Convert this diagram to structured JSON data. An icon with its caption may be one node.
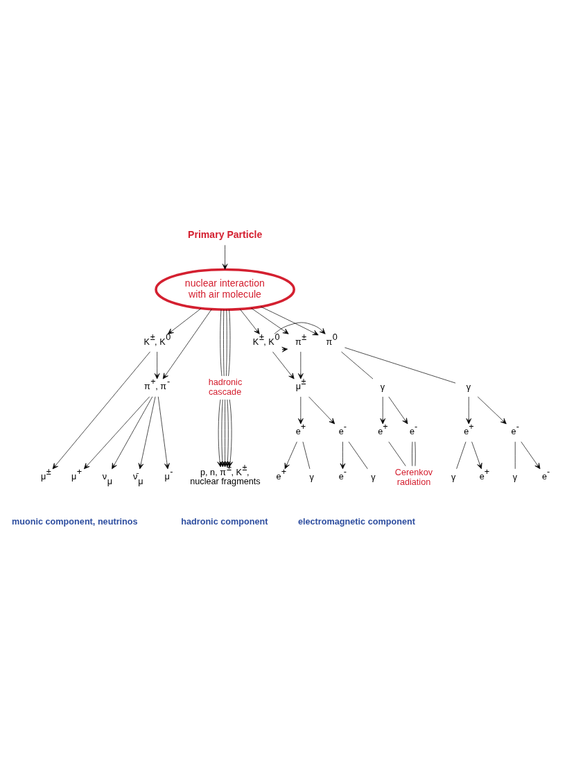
{
  "diagram": {
    "nodes": [
      {
        "text": [
          "Primary Particle"
        ]
      },
      {
        "text": [
          "nuclear interaction with air molecule"
        ]
      },
      {
        "text": [
          "K$^{±}$, K$^{0}$"
        ]
      },
      {
        "text": [
          "π$^{+}$, π$^{-}$"
        ]
      },
      {
        "text": [
          "K$^{±}$, K$^{0}$"
        ]
      },
      {
        "text": [
          "π$^{±}$"
        ]
      },
      {
        "text": [
          "π$^{0}$"
        ]
      },
      {
        "text": [
          "μ$^{±}$"
        ]
      },
      {
        "text": [
          "γ"
        ]
      },
      {
        "text": [
          "γ"
        ]
      },
      {
        "text": [
          "e$^{+}$"
        ]
      },
      {
        "text": [
          "e$^{-}$"
        ]
      },
      {
        "text": [
          "e$^{+}$"
        ]
      },
      {
        "text": [
          "e$^{-}$"
        ]
      },
      {
        "text": [
          "e$^{+}$"
        ]
      },
      {
        "text": [
          "e$^{-}$"
        ]
      },
      {
        "text": [
          "hadronic cascade"
        ]
      },
      {
        "text": [
          "μ$^{±}$"
        ]
      },
      {
        "text": [
          "μ$^{+}$"
        ]
      },
      {
        "text": [
          "ν$_{μ}$"
        ]
      },
      {
        "text": [
          "ν̄$_{μ}$"
        ]
      },
      {
        "text": [
          "μ$^{-}$"
        ]
      },
      {
        "text": [
          "p, n, π$^{±}$, K$^{±}$, nuclear fragments"
        ]
      },
      {
        "text": [
          "e$^{+}$"
        ]
      },
      {
        "text": [
          "γ"
        ]
      },
      {
        "text": [
          "e$^{-}$"
        ]
      },
      {
        "text": [
          "γ"
        ]
      },
      {
        "text": [
          "γ"
        ]
      },
      {
        "text": [
          "e$^{+}$"
        ]
      },
      {
        "text": [
          "γ"
        ]
      },
      {
        "text": [
          "e$^{-}$"
        ]
      },
      {
        "text": [
          "Cerenkov radiation"
        ]
      }
    ],
    "edges": [
      {
        "from": 0,
        "to": 1,
        "arrow": "to"
      },
      {
        "from": 1,
        "to": 2,
        "arrow": "to"
      },
      {
        "from": 1,
        "to": 3,
        "arrow": "to"
      },
      {
        "from": 2,
        "to": 3,
        "arrow": "to"
      },
      {
        "from": 2,
        "to": 17,
        "arrow": "to"
      },
      {
        "from": 3,
        "to": 18,
        "arrow": "to"
      },
      {
        "from": 3,
        "to": 19,
        "arrow": "to"
      },
      {
        "from": 3,
        "to": 20,
        "arrow": "to"
      },
      {
        "from": 3,
        "to": 21,
        "arrow": "to"
      },
      {
        "from": 1,
        "to": 16,
        "arrow": "none"
      },
      {
        "from": 1,
        "to": 16,
        "arrow": "none"
      },
      {
        "from": 1,
        "to": 16,
        "arrow": "none"
      },
      {
        "from": 1,
        "to": 16,
        "arrow": "none"
      },
      {
        "from": 16,
        "to": 22,
        "arrow": "to"
      },
      {
        "from": 16,
        "to": 22,
        "arrow": "to"
      },
      {
        "from": 16,
        "to": 22,
        "arrow": "to"
      },
      {
        "from": 16,
        "to": 22,
        "arrow": "to"
      },
      {
        "from": 16,
        "to": 22,
        "arrow": "to"
      },
      {
        "from": 1,
        "to": 5,
        "arrow": "to"
      },
      {
        "from": 1,
        "to": 4,
        "arrow": "to"
      },
      {
        "from": 1,
        "to": 6,
        "arrow": "to"
      },
      {
        "from": 4,
        "to": 5,
        "arrow": "to"
      },
      {
        "from": 4,
        "to": 6,
        "arrow": "to"
      },
      {
        "from": 4,
        "to": 7,
        "arrow": "to"
      },
      {
        "from": 5,
        "to": 7,
        "arrow": "to"
      },
      {
        "from": 6,
        "to": 8,
        "arrow": "none"
      },
      {
        "from": 6,
        "to": 9,
        "arrow": "none"
      },
      {
        "from": 7,
        "to": 10,
        "arrow": "to"
      },
      {
        "from": 7,
        "to": 11,
        "arrow": "to"
      },
      {
        "from": 8,
        "to": 12,
        "arrow": "to"
      },
      {
        "from": 8,
        "to": 13,
        "arrow": "to"
      },
      {
        "from": 9,
        "to": 14,
        "arrow": "to"
      },
      {
        "from": 9,
        "to": 15,
        "arrow": "to"
      },
      {
        "from": 10,
        "to": 23,
        "arrow": "to"
      },
      {
        "from": 10,
        "to": 24,
        "arrow": "none"
      },
      {
        "from": 11,
        "to": 25,
        "arrow": "to"
      },
      {
        "from": 11,
        "to": 26,
        "arrow": "none"
      },
      {
        "from": 12,
        "to": 27,
        "arrow": "none"
      },
      {
        "from": 12,
        "to": 28,
        "arrow": "to"
      },
      {
        "from": 13,
        "to": 29,
        "arrow": "none"
      },
      {
        "from": 13,
        "to": 30,
        "arrow": "to"
      },
      {
        "from": 14,
        "to": 31,
        "arrow": "none"
      },
      {
        "from": 15,
        "to": 31,
        "arrow": "none"
      },
      {
        "from": 15,
        "to": 31,
        "arrow": "none"
      }
    ],
    "labels": [
      "muonic component, neutrinos",
      "hadronic component",
      "electromagnetic component"
    ]
  }
}
